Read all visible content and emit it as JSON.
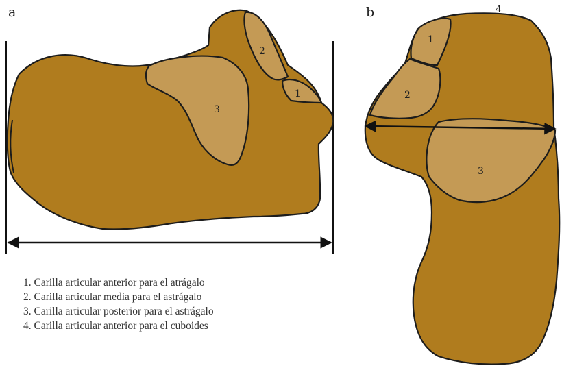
{
  "panels": {
    "a": {
      "letter": "a",
      "facets": [
        "2",
        "1",
        "3"
      ]
    },
    "b": {
      "letter": "b",
      "facets": [
        "4",
        "1",
        "2",
        "3"
      ]
    }
  },
  "colors": {
    "bone": "#b07c1e",
    "facet": "#c49a55",
    "outline": "#1c1c1c"
  },
  "legend": [
    "1. Carilla articular anterior para el atrágalo",
    "2. Carilla articular media para el astrágalo",
    "3. Carilla articular posterior para el astrágalo",
    "4. Carilla articular anterior para el cuboides"
  ]
}
